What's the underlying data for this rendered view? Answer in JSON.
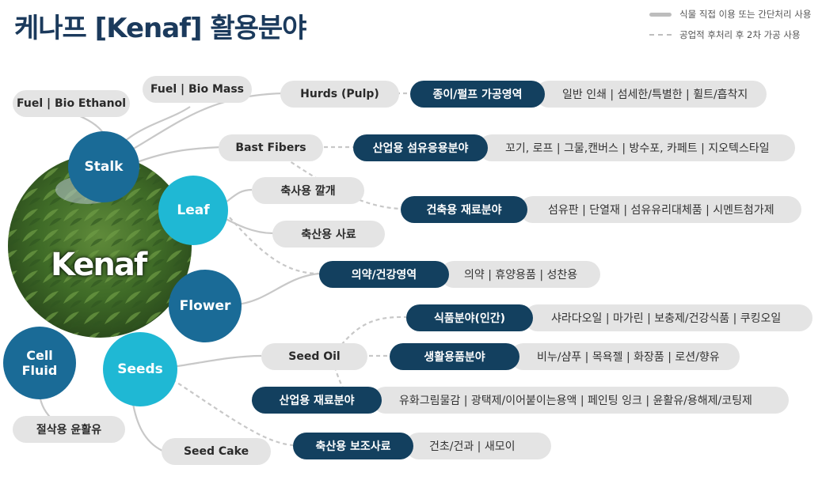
{
  "title": "케나프 [Kenaf] 활용분야",
  "legend": {
    "solid": "식물 직접 이용 또는 간단처리 사용",
    "dashed": "공업적 후처리 후 2차 가공 사용"
  },
  "center_label": "Kenaf",
  "parts": {
    "stalk": "Stalk",
    "leaf": "Leaf",
    "flower": "Flower",
    "seeds": "Seeds",
    "cell_fluid": "Cell Fluid"
  },
  "materials": {
    "fuel_bio_ethanol": "Fuel | Bio Ethanol",
    "fuel_bio_mass": "Fuel | Bio Mass",
    "hurds": "Hurds (Pulp)",
    "bast_fibers": "Bast Fibers",
    "bedding": "축사용 깔개",
    "feed": "축산용 사료",
    "seed_oil": "Seed Oil",
    "cutting_oil": "절삭용 윤활유",
    "seed_cake": "Seed Cake"
  },
  "fields": [
    {
      "name": "종이/펄프 가공영역",
      "items": "일반 인쇄 | 섬세한/특별한 | 휠트/흡착지"
    },
    {
      "name": "산업용 섬유응용분야",
      "items": "꼬기, 로프 | 그물,캔버스 | 방수포, 카페트 | 지오텍스타일"
    },
    {
      "name": "건축용 재료분야",
      "items": "섬유판 | 단열재 | 섬유유리대체품 | 시멘트첨가제"
    },
    {
      "name": "의약/건강영역",
      "items": "의약 | 휴양용품 | 성찬용"
    },
    {
      "name": "식품분야(인간)",
      "items": "샤라다오일 | 마가린 | 보충제/건강식품 | 쿠킹오일"
    },
    {
      "name": "생활용품분야",
      "items": "비누/샴푸 | 목욕젤 | 화장품 | 로션/향유"
    },
    {
      "name": "산업용 재료분야",
      "items": "유화그림물감 | 광택제/이어붙이는용액 | 페인팅 잉크 | 윤활유/용해제/코팅제"
    },
    {
      "name": "축산용 보조사료",
      "items": "건초/건과 | 새모이"
    }
  ]
}
